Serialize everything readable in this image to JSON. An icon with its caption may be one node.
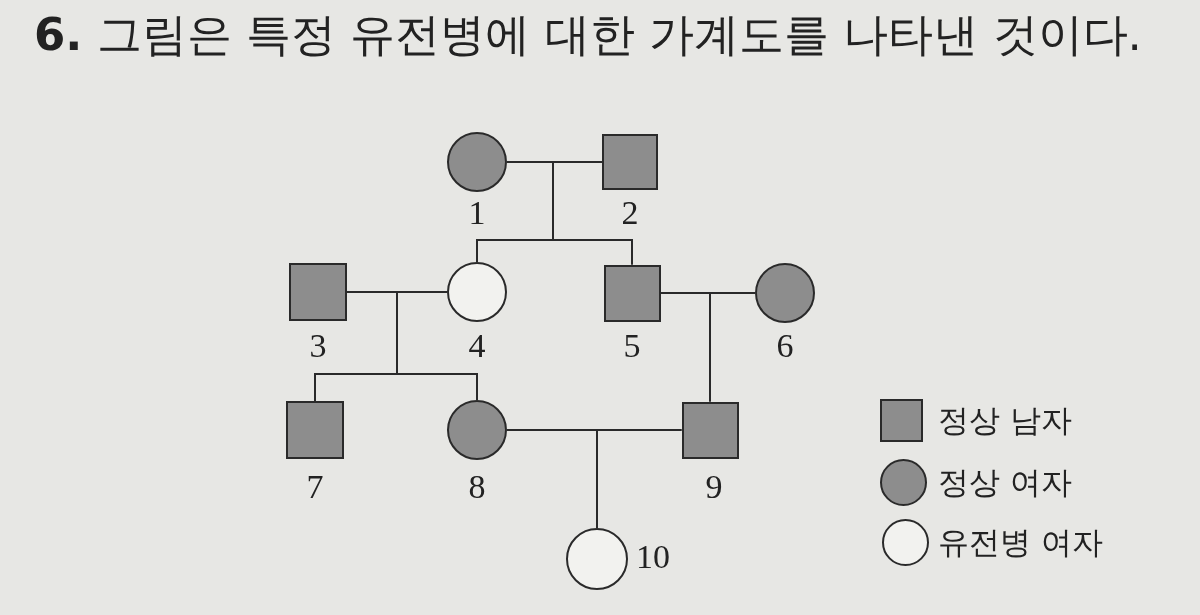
{
  "diagram": {
    "title": "**6.** 그림은 특정 유전병에 대한 가계도를 나타낸 것이다.",
    "nodes": [
      {
        "text": [],
        "shape": "circle",
        "beside": [
          "1"
        ]
      },
      {
        "text": [],
        "shape": "box",
        "beside": [
          "2"
        ]
      },
      {
        "text": [],
        "shape": "box",
        "beside": [
          "3"
        ]
      },
      {
        "text": [],
        "shape": "circle",
        "beside": [
          "4"
        ]
      },
      {
        "text": [],
        "shape": "box",
        "beside": [
          "5"
        ]
      },
      {
        "text": [],
        "shape": "circle",
        "beside": [
          "6"
        ]
      },
      {
        "text": [],
        "shape": "box",
        "beside": [
          "7"
        ]
      },
      {
        "text": [],
        "shape": "circle",
        "beside": [
          "8"
        ]
      },
      {
        "text": [],
        "shape": "box",
        "beside": [
          "9"
        ]
      },
      {
        "text": [],
        "shape": "circle",
        "beside": [
          "10"
        ]
      }
    ],
    "edges": [
      {
        "from": 0,
        "to": 1,
        "arrow": "none"
      },
      {
        "from": 0,
        "to": 3,
        "arrow": "none"
      },
      {
        "from": 1,
        "to": 3,
        "arrow": "none"
      },
      {
        "from": 0,
        "to": 4,
        "arrow": "none"
      },
      {
        "from": 1,
        "to": 4,
        "arrow": "none"
      },
      {
        "from": 2,
        "to": 3,
        "arrow": "none"
      },
      {
        "from": 4,
        "to": 5,
        "arrow": "none"
      },
      {
        "from": 2,
        "to": 6,
        "arrow": "none"
      },
      {
        "from": 3,
        "to": 6,
        "arrow": "none"
      },
      {
        "from": 2,
        "to": 7,
        "arrow": "none"
      },
      {
        "from": 3,
        "to": 7,
        "arrow": "none"
      },
      {
        "from": 4,
        "to": 8,
        "arrow": "none"
      },
      {
        "from": 5,
        "to": 8,
        "arrow": "none"
      },
      {
        "from": 7,
        "to": 8,
        "arrow": "none"
      },
      {
        "from": 7,
        "to": 9,
        "arrow": "none"
      },
      {
        "from": 8,
        "to": 9,
        "arrow": "none"
      }
    ],
    "legend": [
      {
        "text": "정상 남자"
      },
      {
        "text": "정상 여자"
      },
      {
        "text": "유전병 여자"
      }
    ]
  }
}
